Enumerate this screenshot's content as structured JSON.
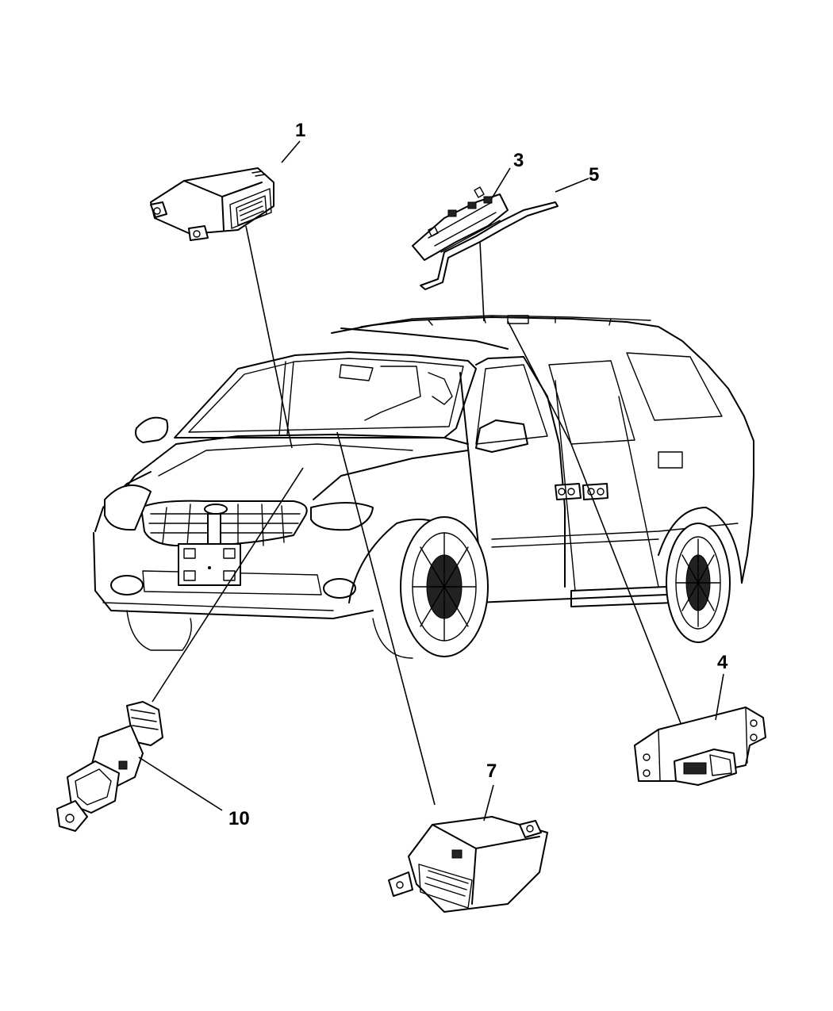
{
  "callouts": {
    "c1": "1",
    "c3": "3",
    "c4": "4",
    "c5": "5",
    "c7": "7",
    "c10": "10"
  }
}
